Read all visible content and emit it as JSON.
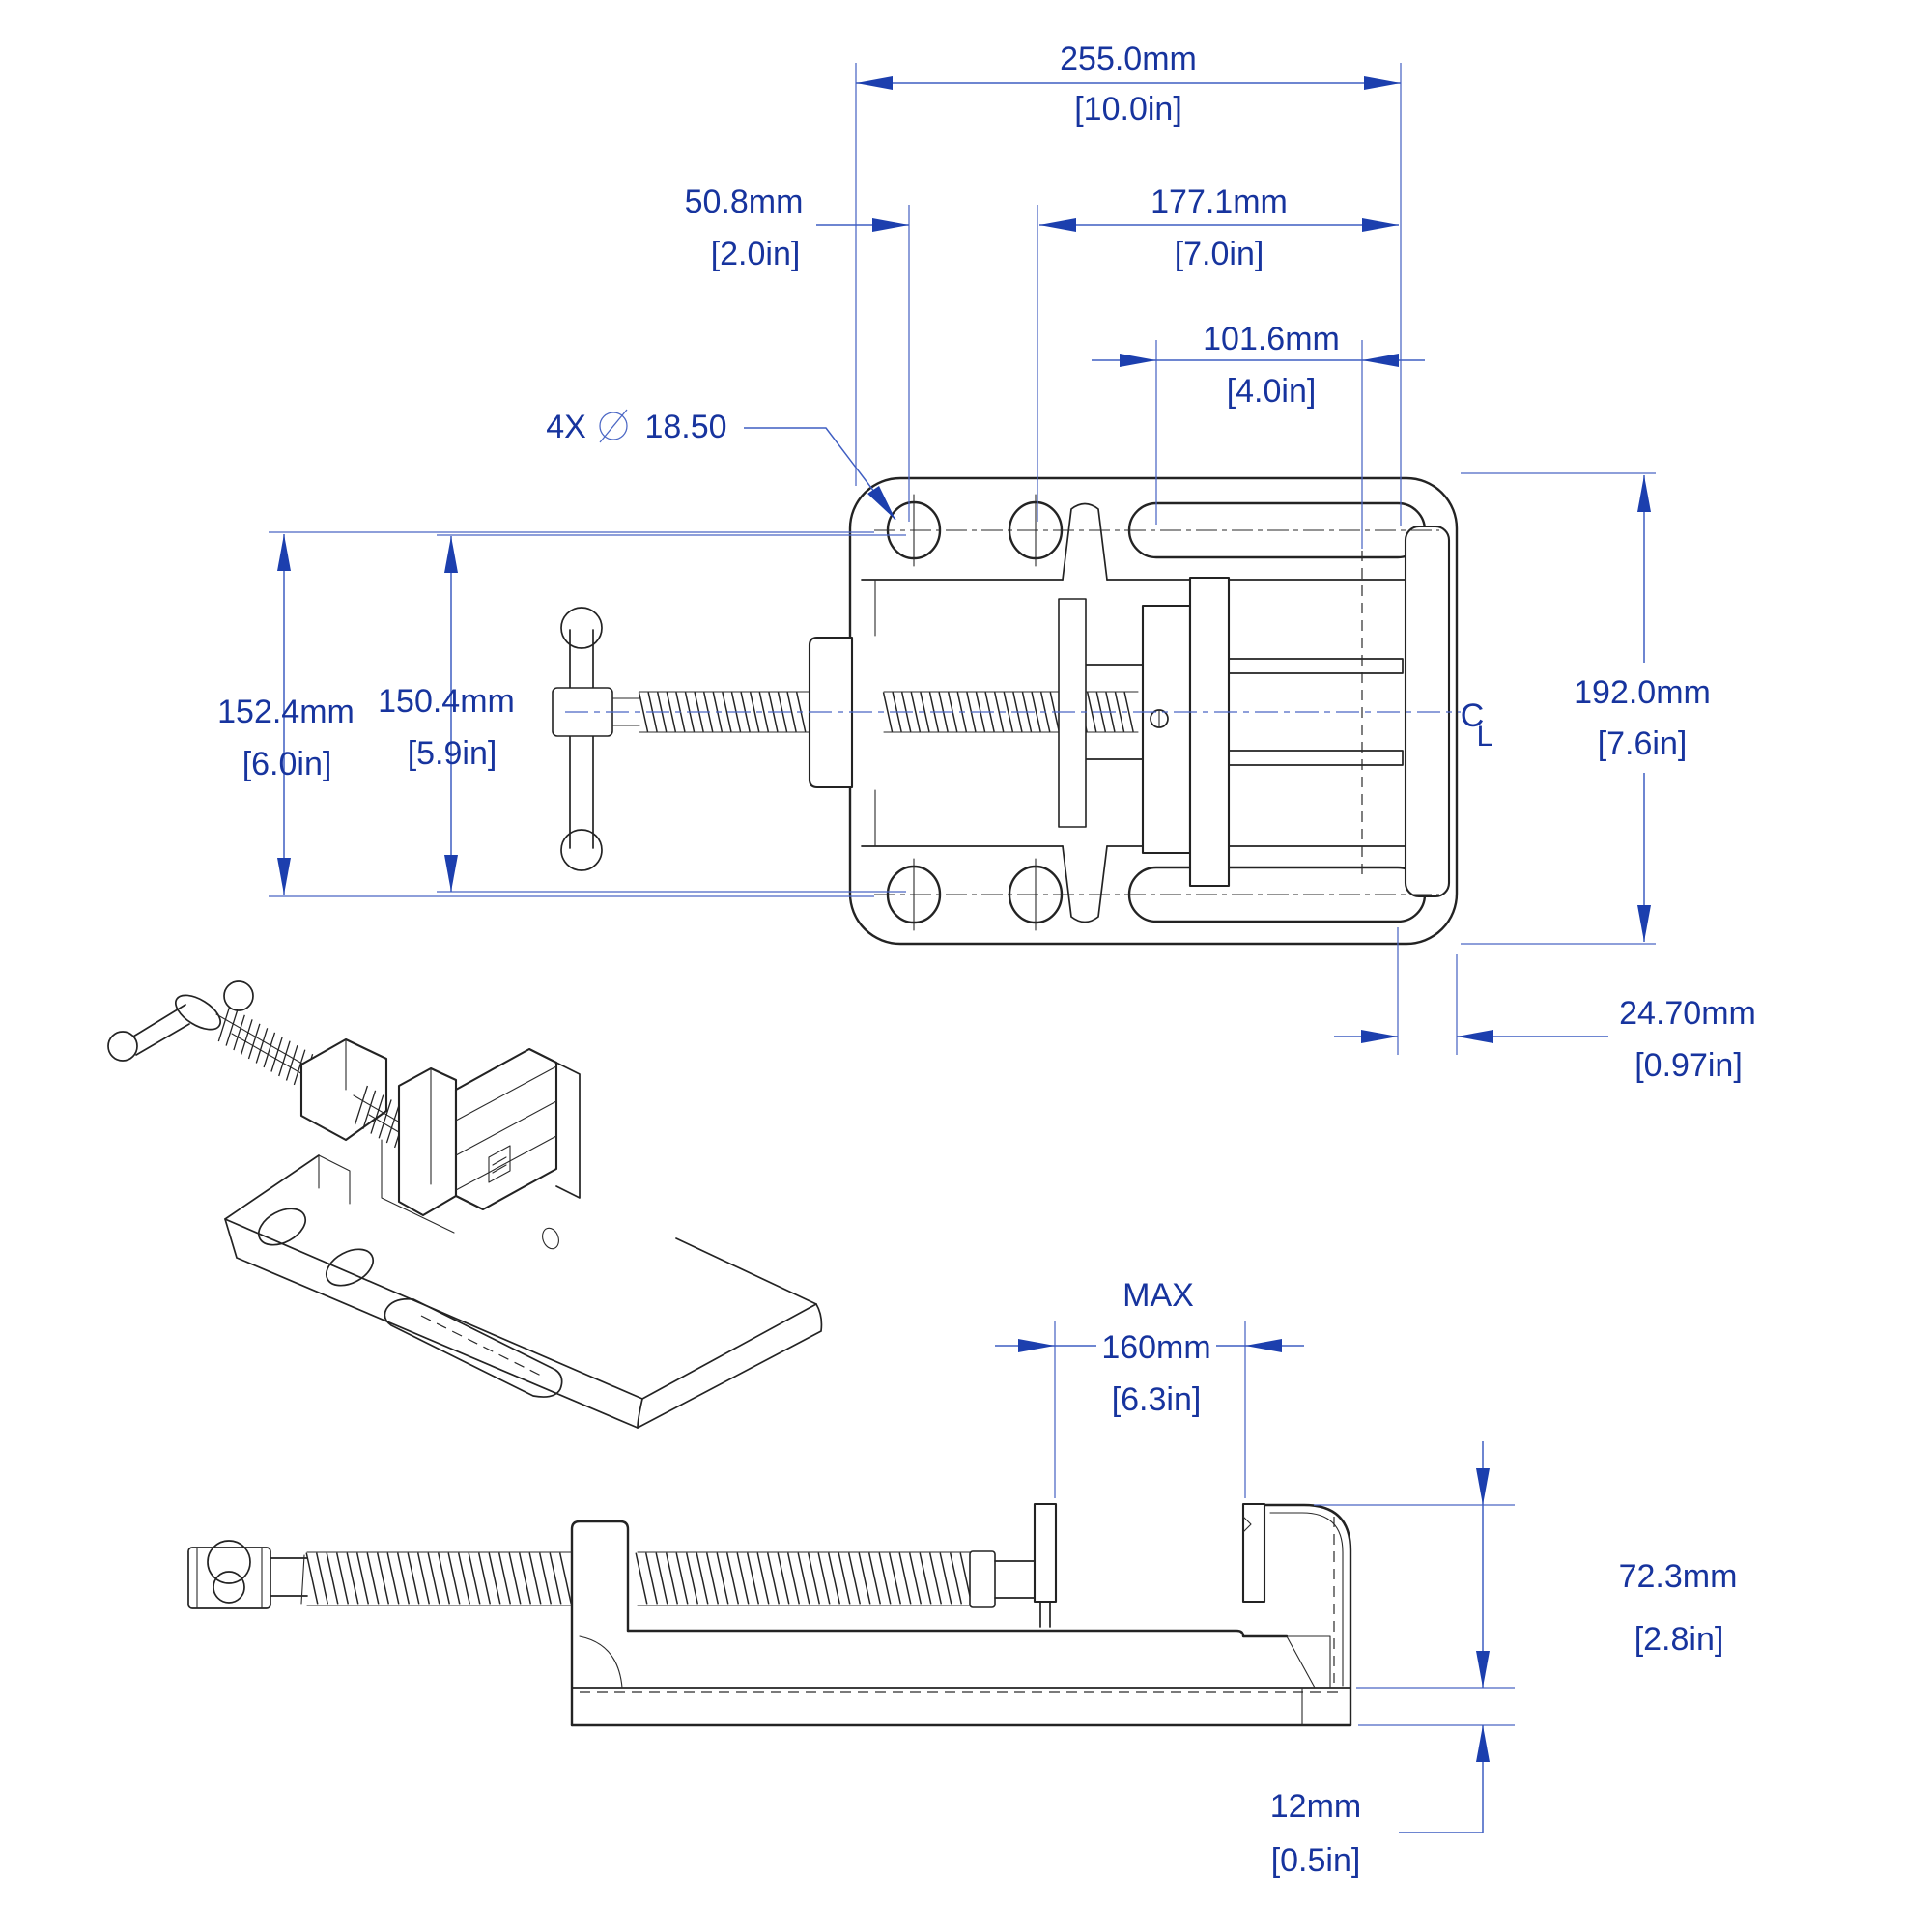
{
  "drawing": {
    "background": "#ffffff",
    "colors": {
      "dimension_text": "#17349e",
      "dimension_lines": "#3f5ec2",
      "artwork_lines": "#232323"
    },
    "hole_callout": {
      "count_prefix": "4X",
      "symbol": "⌀",
      "value": "18.50"
    },
    "centerline_symbol": {
      "top": "C",
      "bottom": "L"
    },
    "dims": {
      "overall_width": {
        "mm": "255.0mm",
        "inch": "[10.0in]"
      },
      "edge_to_first_hole": {
        "mm": "50.8mm",
        "inch": "[2.0in]"
      },
      "hole_to_slot_end": {
        "mm": "177.1mm",
        "inch": "[7.0in]"
      },
      "slot_length": {
        "mm": "101.6mm",
        "inch": "[4.0in]"
      },
      "outer_row_spacing": {
        "mm": "152.4mm",
        "inch": "[6.0in]"
      },
      "inner_row_spacing": {
        "mm": "150.4mm",
        "inch": "[5.9in]"
      },
      "overall_depth": {
        "mm": "192.0mm",
        "inch": "[7.6in]"
      },
      "jaw_overhang": {
        "mm": "24.70mm",
        "inch": "[0.97in]"
      },
      "max_jaw_opening": {
        "prefix": "MAX",
        "mm": "160mm",
        "inch": "[6.3in]"
      },
      "body_height": {
        "mm": "72.3mm",
        "inch": "[2.8in]"
      },
      "base_thickness": {
        "mm": "12mm",
        "inch": "[0.5in]"
      }
    }
  }
}
